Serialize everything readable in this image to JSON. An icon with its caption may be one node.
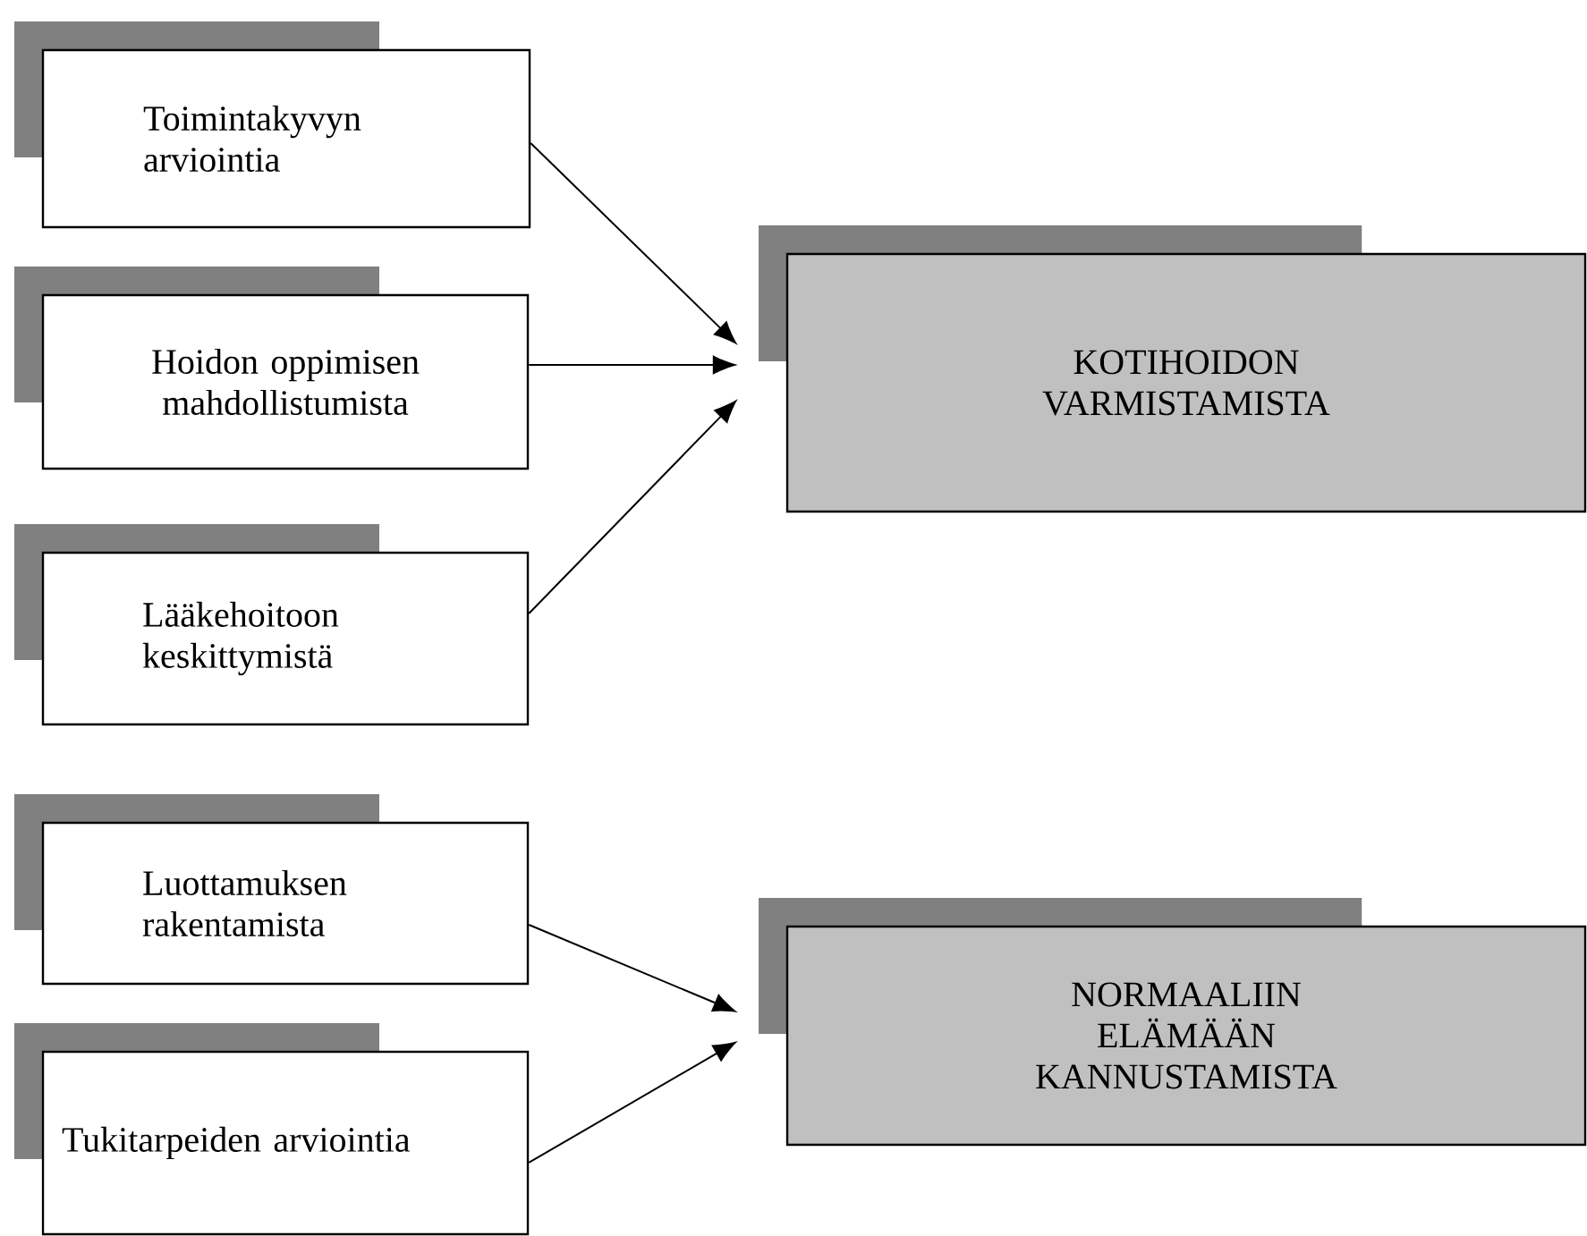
{
  "diagram": {
    "nodes": [
      {
        "text": [
          "Toimintakyvyn arviointia"
        ]
      },
      {
        "text": [
          "Hoidon oppimisen mahdollistumista"
        ]
      },
      {
        "text": [
          "Lääkehoitoon keskittymistä"
        ]
      },
      {
        "text": [
          "Luottamuksen rakentamista"
        ]
      },
      {
        "text": [
          "Tukitarpeiden arviointia"
        ]
      },
      {
        "text": [
          "KOTIHOIDON VARMISTAMISTA"
        ]
      },
      {
        "text": [
          "NORMAALIIN ELÄMÄÄN KANNUSTAMISTA"
        ]
      }
    ],
    "edges": [
      {
        "from": 0,
        "to": 5,
        "arrow": "to"
      },
      {
        "from": 1,
        "to": 5,
        "arrow": "to"
      },
      {
        "from": 2,
        "to": 5,
        "arrow": "to"
      },
      {
        "from": 3,
        "to": 6,
        "arrow": "to"
      },
      {
        "from": 4,
        "to": 6,
        "arrow": "to"
      }
    ]
  }
}
